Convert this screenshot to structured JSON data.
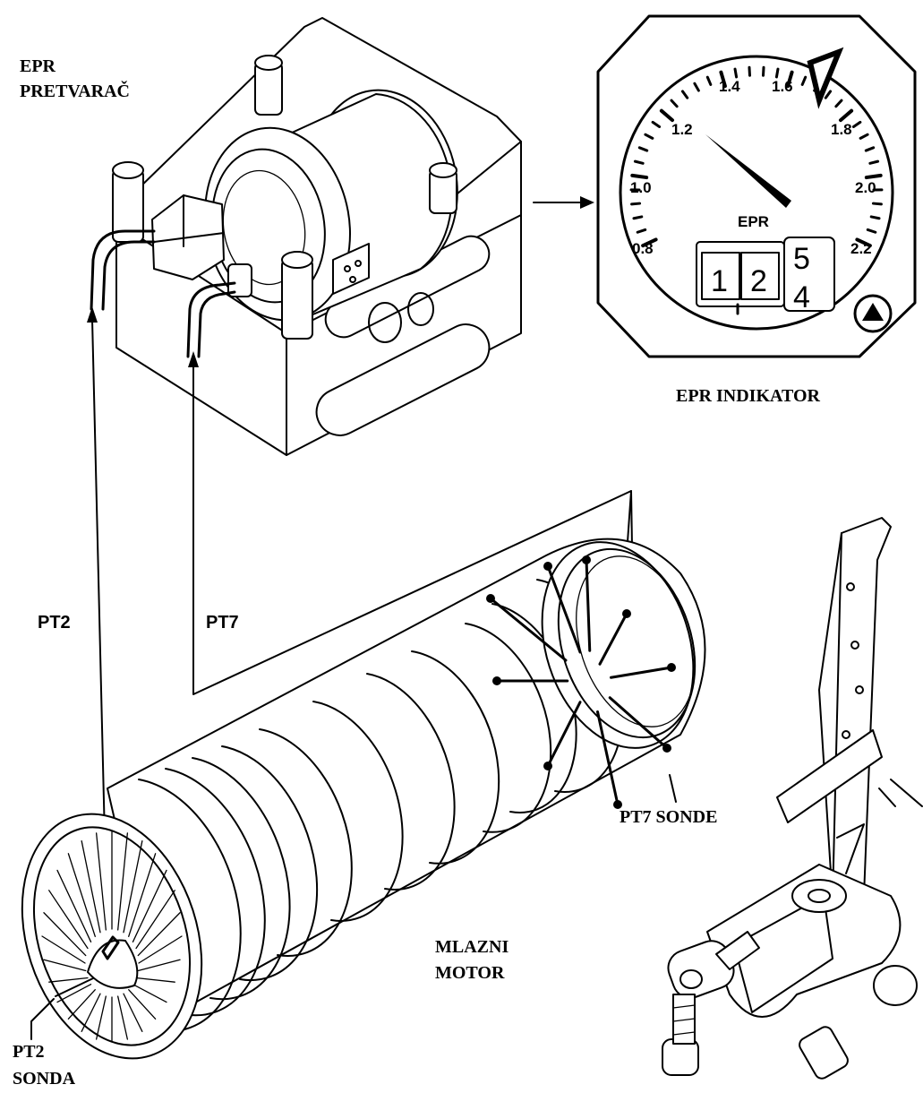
{
  "labels": {
    "transducer_line1": "EPR",
    "transducer_line2": "PRETVARAČ",
    "indicator": "EPR INDIKATOR",
    "pt2_line": "PT2",
    "pt7_line": "PT7",
    "pt7_probes": "PT7 SONDE",
    "engine_line1": "MLAZNI",
    "engine_line2": "MOTOR",
    "pt2_probe_line1": "PT2",
    "pt2_probe_line2": "SONDA"
  },
  "gauge": {
    "scale_labels": [
      "0.8",
      "1.0",
      "1.2",
      "1.4",
      "1.6",
      "1.8",
      "2.0",
      "2.2"
    ],
    "dial_title": "EPR",
    "readout_digits": [
      "1",
      "2",
      "5",
      "4"
    ]
  },
  "colors": {
    "ink": "#000000",
    "paper": "#ffffff"
  }
}
